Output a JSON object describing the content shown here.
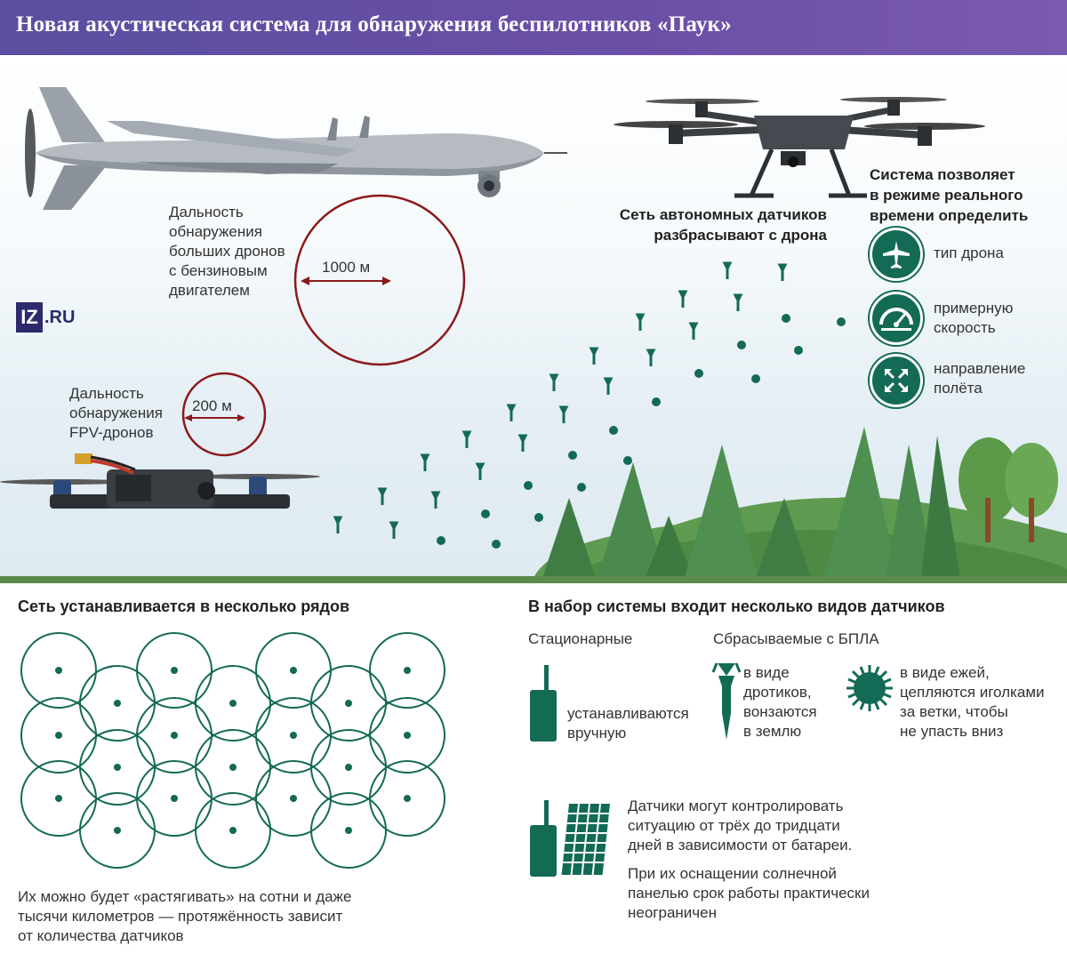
{
  "header": {
    "title": "Новая акустическая система для обнаружения беспилотников «Паук»"
  },
  "logo": {
    "box": "IZ",
    "suffix": ".RU"
  },
  "large_drone": {
    "label_lines": [
      "Дальность",
      "обнаружения",
      "больших дронов",
      "с бензиновым",
      "двигателем"
    ],
    "range": "1000 м"
  },
  "fpv_drone": {
    "label_lines": [
      "Дальность",
      "обнаружения",
      "FPV-дронов"
    ],
    "range": "200 м"
  },
  "deploy": {
    "caption_lines": [
      "Сеть автономных датчиков",
      "разбрасывают с дрона"
    ]
  },
  "capabilities": {
    "title_lines": [
      "Система позволяет",
      "в режиме реального",
      "времени определить"
    ],
    "items": [
      {
        "icon": "airplane-icon",
        "lines": [
          "тип дрона"
        ]
      },
      {
        "icon": "speedometer-icon",
        "lines": [
          "примерную",
          "скорость"
        ]
      },
      {
        "icon": "direction-arrows-icon",
        "lines": [
          "направление",
          "полёта"
        ]
      }
    ]
  },
  "grid_section": {
    "title": "Сеть устанавливается в несколько рядов",
    "caption_lines": [
      "Их можно будет «растягивать» на сотни и даже",
      "тысячи километров — протяжённость зависит",
      "от количества датчиков"
    ]
  },
  "kit_section": {
    "title": "В набор системы входит несколько видов датчиков",
    "stationary": {
      "heading": "Стационарные",
      "lines": [
        "устанавливаются",
        "вручную"
      ]
    },
    "dropped": {
      "heading": "Сбрасываемые с БПЛА",
      "dart_lines": [
        "в виде",
        "дротиков,",
        "вонзаются",
        "в землю"
      ],
      "hedgehog_lines": [
        "в виде ежей,",
        "цепляются иголками",
        "за ветки, чтобы",
        "не упасть вниз"
      ]
    },
    "battery": {
      "lines1": [
        "Датчики могут контролировать",
        "ситуацию от трёх до тридцати",
        "дней в зависимости от батареи."
      ],
      "lines2": [
        "При их оснащении солнечной",
        "панелью срок работы практически",
        "неограничен"
      ]
    }
  },
  "colors": {
    "accent_green": "#136a55",
    "range_circle": "#8b1a1a",
    "header": "#5a4fa0"
  }
}
